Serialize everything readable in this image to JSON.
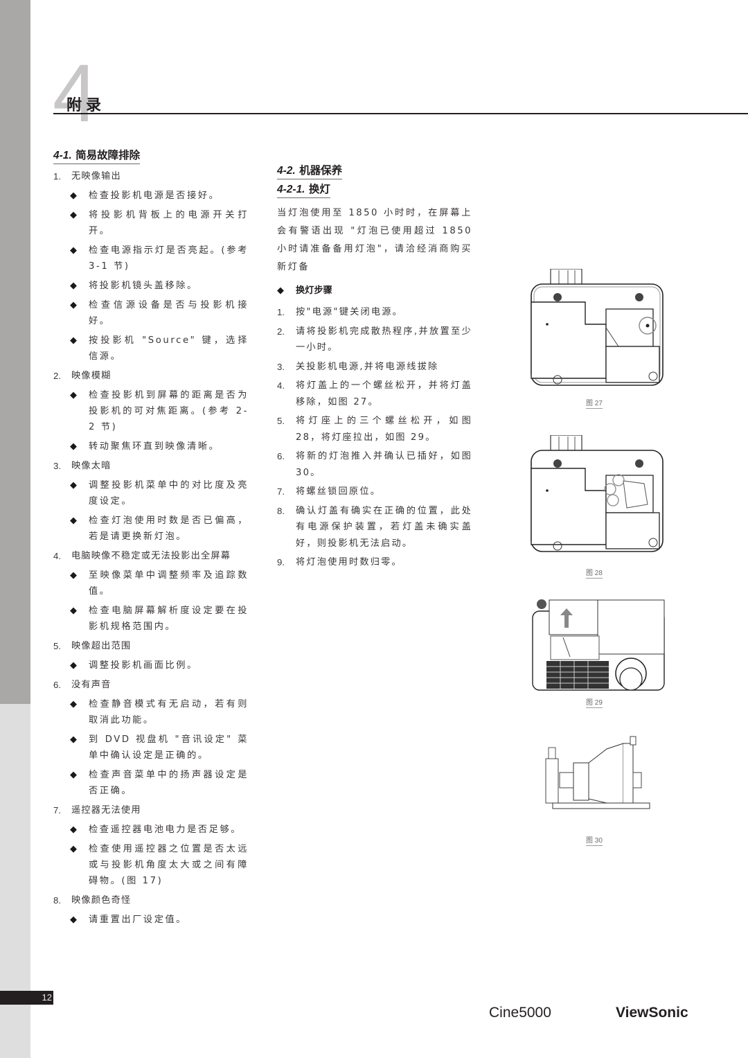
{
  "chapter": {
    "number": "4",
    "title": "附录"
  },
  "section_1": {
    "heading_num": "4-1.",
    "heading_text": "简易故障排除",
    "items": [
      {
        "num": "1.",
        "title": "无映像输出",
        "bullets": [
          "检查投影机电源是否接好。",
          "将投影机背板上的电源开关打开。",
          "检查电源指示灯是否亮起。(参考 3-1 节)",
          "将投影机镜头盖移除。",
          "检查信源设备是否与投影机接好。",
          "按投影机 \"Source\" 键，选择信源。"
        ]
      },
      {
        "num": "2.",
        "title": "映像模糊",
        "bullets": [
          "检查投影机到屏幕的距离是否为投影机的可对焦距离。(参考 2-2 节)",
          "转动聚焦环直到映像清晰。"
        ]
      },
      {
        "num": "3.",
        "title": "映像太暗",
        "bullets": [
          "调整投影机菜单中的对比度及亮度设定。",
          "检查灯泡使用时数是否已偏高，若是请更换新灯泡。"
        ]
      },
      {
        "num": "4.",
        "title": "电脑映像不稳定或无法投影出全屏幕",
        "bullets": [
          "至映像菜单中调整频率及追踪数值。",
          "检查电脑屏幕解析度设定要在投影机规格范围内。"
        ]
      },
      {
        "num": "5.",
        "title": "映像超出范围",
        "bullets": [
          "调整投影机画面比例。"
        ]
      },
      {
        "num": "6.",
        "title": "没有声音",
        "bullets": [
          "检查静音模式有无启动，若有则取消此功能。",
          "到 DVD 视盘机 \"音讯设定\" 菜单中确认设定是正确的。",
          "检查声音菜单中的扬声器设定是否正确。"
        ]
      },
      {
        "num": "7.",
        "title": "遥控器无法使用",
        "bullets": [
          "检查遥控器电池电力是否足够。",
          "检查使用遥控器之位置是否太远或与投影机角度太大或之间有障碍物。(图 17)"
        ]
      },
      {
        "num": "8.",
        "title": "映像颜色奇怪",
        "bullets": [
          "请重置出厂设定值。"
        ]
      }
    ]
  },
  "section_2": {
    "heading_num": "4-2.",
    "heading_text": "机器保养",
    "sub_heading_num": "4-2-1.",
    "sub_heading_text": "换灯",
    "intro": "当灯泡使用至 1850 小时时，在屏幕上会有警语出现 \"灯泡已使用超过 1850 小时请准备备用灯泡\"，请洽经消商购买新灯备",
    "steps_heading": "换灯步骤",
    "steps": [
      {
        "num": "1.",
        "text": "按\"电源\"键关闭电源。"
      },
      {
        "num": "2.",
        "text": "请将投影机完成散热程序,并放置至少一小时。"
      },
      {
        "num": "3.",
        "text": "关投影机电源,并将电源线拔除"
      },
      {
        "num": "4.",
        "text": "将灯盖上的一个螺丝松开，并将灯盖移除，如图 27。"
      },
      {
        "num": "5.",
        "text": "将灯座上的三个螺丝松开，如图 28，将灯座拉出，如图 29。"
      },
      {
        "num": "6.",
        "text": "将新的灯泡推入并确认已插好，如图 30。"
      },
      {
        "num": "7.",
        "text": "将螺丝锁回原位。"
      },
      {
        "num": "8.",
        "text": "确认灯盖有确实在正确的位置，此处有电源保护装置，若灯盖未确实盖好，则投影机无法启动。"
      },
      {
        "num": "9.",
        "text": "将灯泡使用时数归零。"
      }
    ]
  },
  "figures": [
    {
      "id": "fig27",
      "caption": "图 27",
      "depicts": "projector bottom view, lamp cover screw circled"
    },
    {
      "id": "fig28",
      "caption": "图 28",
      "depicts": "projector bottom view, three lamp housing screws circled"
    },
    {
      "id": "fig29",
      "caption": "图 29",
      "depicts": "projector with lamp housing being pulled out (arrow)"
    },
    {
      "id": "fig30",
      "caption": "图 30",
      "depicts": "lamp module side view"
    }
  ],
  "footer": {
    "page_number": "12",
    "model": "Cine5000",
    "brand": "ViewSonic"
  },
  "colors": {
    "sidebar_dark": "#aaa7a7",
    "sidebar_light": "#dedede",
    "text": "#231f20",
    "chapter_number": "#c8c6c6"
  }
}
